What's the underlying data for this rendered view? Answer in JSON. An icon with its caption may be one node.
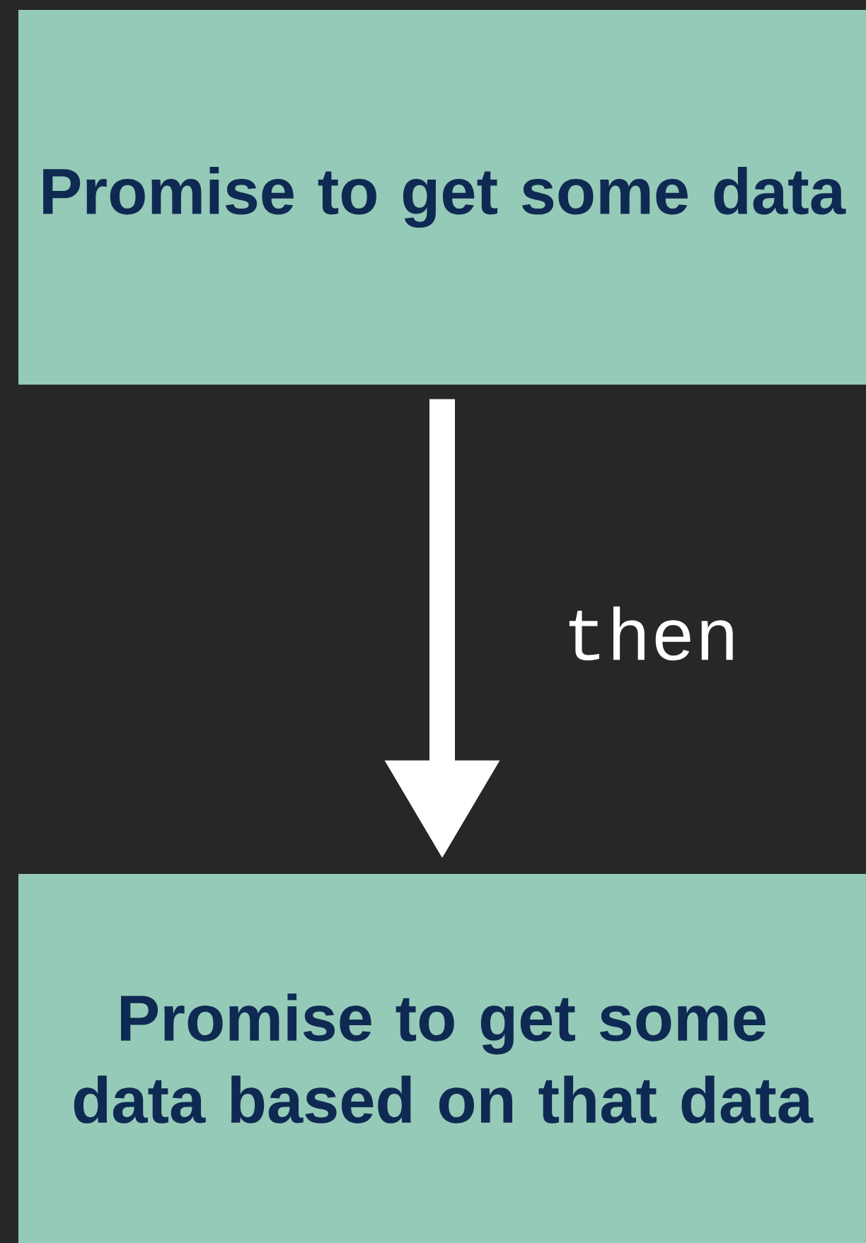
{
  "diagram": {
    "nodes": [
      {
        "text": [
          "Promise to get some data"
        ]
      },
      {
        "text": [
          "Promise to get some data based on that data"
        ]
      }
    ],
    "edges": [
      {
        "from": 0,
        "to": 1,
        "arrow": "to",
        "label": "then"
      }
    ]
  }
}
